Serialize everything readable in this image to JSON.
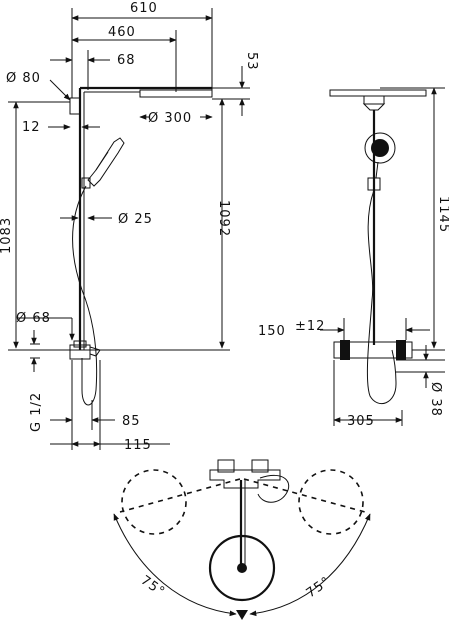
{
  "dimensions": {
    "w610": "610",
    "w460": "460",
    "w68_top": "68",
    "h53": "53",
    "d80": "Ø 80",
    "w12": "12",
    "d300": "Ø 300",
    "h1083": "1083",
    "h1092": "1092",
    "d25": "Ø 25",
    "d68": "Ø 68",
    "g12": "G 1/2",
    "w85": "85",
    "w115": "115",
    "h1145": "1145",
    "w150": "150",
    "pm12": "±12",
    "w305": "305",
    "d38": "Ø 38",
    "a75_left": "75°",
    "a75_right": "75°"
  }
}
